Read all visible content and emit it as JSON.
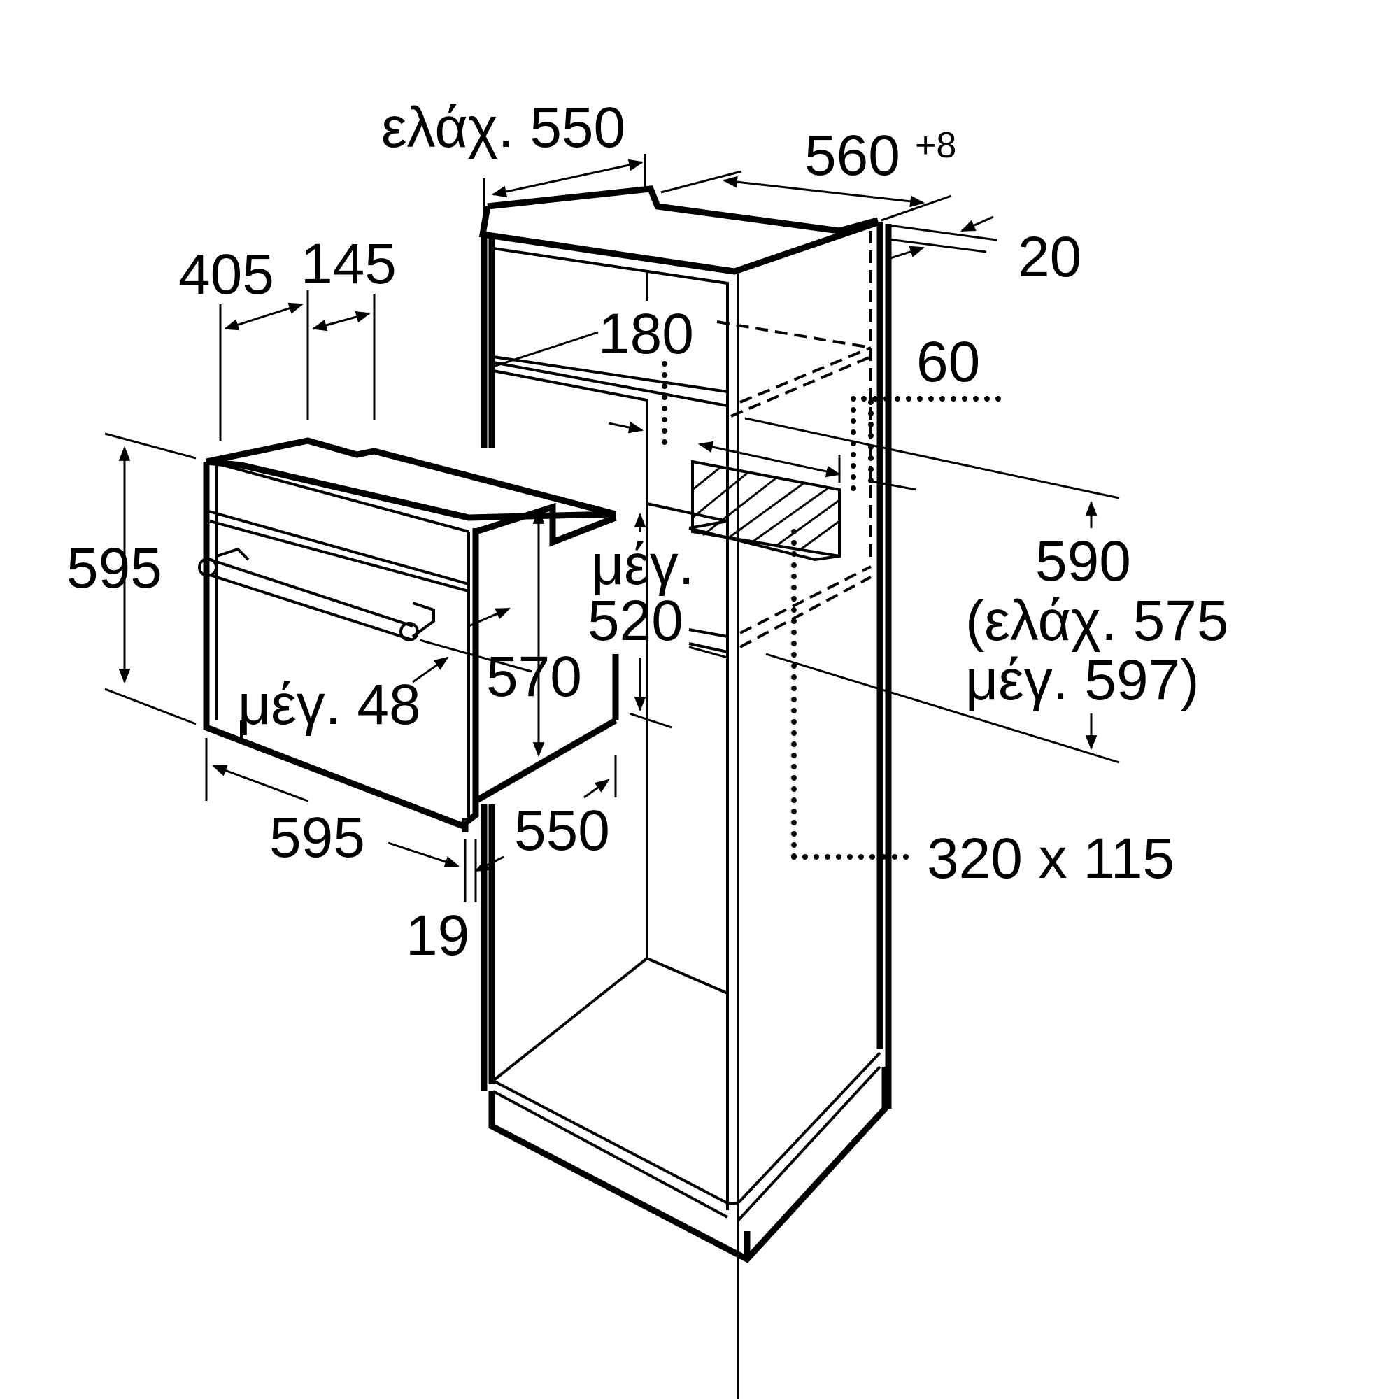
{
  "dimensions": {
    "cabinet_depth_min": "ελάχ. 550",
    "cabinet_width": "560",
    "cabinet_width_tol": "+8",
    "panel_thickness": "20",
    "oven_top_front": "405",
    "oven_top_back": "145",
    "vent_height": "180",
    "vent_depth": "60",
    "oven_height": "595",
    "niche_height_main": "590",
    "niche_height_min": "(ελάχ. 575",
    "niche_height_max": "μέγ. 597)",
    "shelf_gap_label": "μέγ.",
    "shelf_gap_value": "520",
    "oven_body_height": "570",
    "handle_clearance": "μέγ. 48",
    "oven_width": "595",
    "oven_depth": "550",
    "front_thickness": "19",
    "vent_opening": "320 x 115"
  }
}
